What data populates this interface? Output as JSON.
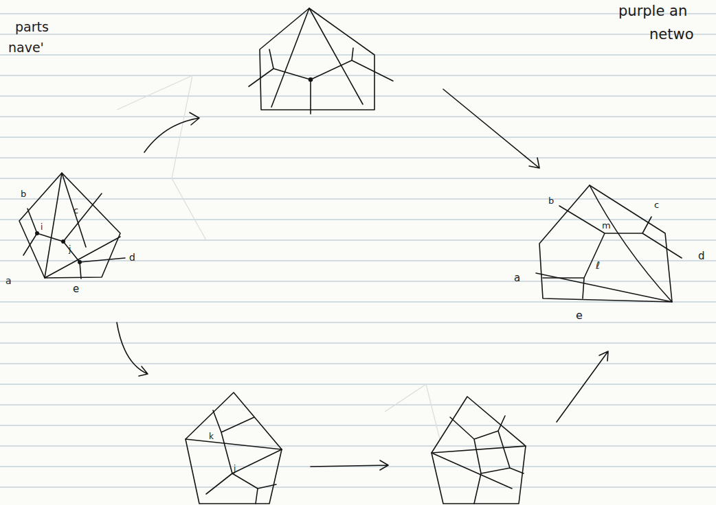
{
  "diagram": {
    "labels": [
      "parts",
      "nave'",
      "purple an",
      "netwo",
      "b",
      "c",
      "i",
      "j",
      "d",
      "a",
      "e",
      "b",
      "c",
      "m",
      "d",
      "a",
      "ℓ",
      "e",
      "k",
      "j"
    ]
  }
}
